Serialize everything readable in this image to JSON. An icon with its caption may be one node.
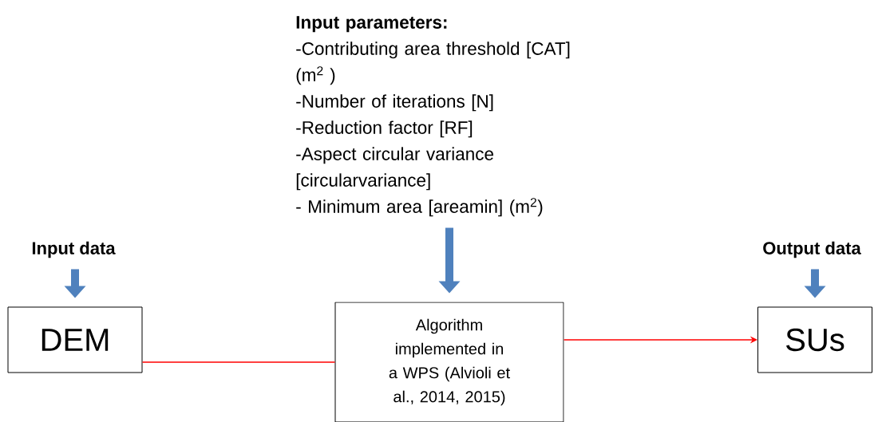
{
  "diagram": {
    "nodes": [
      {
        "text": [
          "Input  data"
        ]
      },
      {
        "text": [
          "Input  parameters:",
          "-Contributing area threshold [CAT] (m$^{2}$ )",
          "-Number of iterations [N]",
          "-Reduction factor [RF]",
          "-Aspect circular variance [circularvariance]",
          "- Minimum area [areamin] (m$^{2}$)"
        ]
      },
      {
        "text": [
          "Output  data"
        ]
      },
      {
        "text": [
          "DEM"
        ]
      },
      {
        "text": [
          "Algorithm implemented in a WPS (Alvioli et al., 2014, 2015)"
        ]
      },
      {
        "text": [
          "SUs"
        ]
      }
    ],
    "edges": [
      {
        "from": 0,
        "to": 3,
        "arrow": "to",
        "color": "#4f81bd"
      },
      {
        "from": 1,
        "to": 4,
        "arrow": "to",
        "color": "#4f81bd"
      },
      {
        "from": 2,
        "to": 5,
        "arrow": "to",
        "color": "#4f81bd"
      },
      {
        "from": 3,
        "to": 4,
        "arrow": "none",
        "color": "#ff0000"
      },
      {
        "from": 4,
        "to": 5,
        "arrow": "to",
        "color": "#ff0000"
      }
    ]
  }
}
